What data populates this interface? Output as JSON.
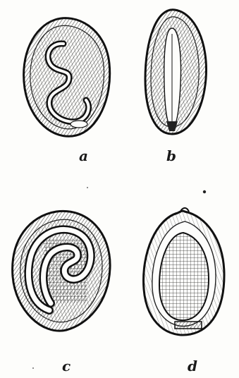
{
  "figures": [
    {
      "id": "a",
      "label": "a",
      "icon": "seed-embryo-folded-icon"
    },
    {
      "id": "b",
      "label": "b",
      "icon": "seed-embryo-straight-icon"
    },
    {
      "id": "c",
      "label": "c",
      "icon": "seed-embryo-curved-icon"
    },
    {
      "id": "d",
      "label": "d",
      "icon": "seed-embryo-endosperm-icon"
    }
  ],
  "colors": {
    "ink": "#1a1a1a",
    "paper": "#fdfdfb"
  }
}
